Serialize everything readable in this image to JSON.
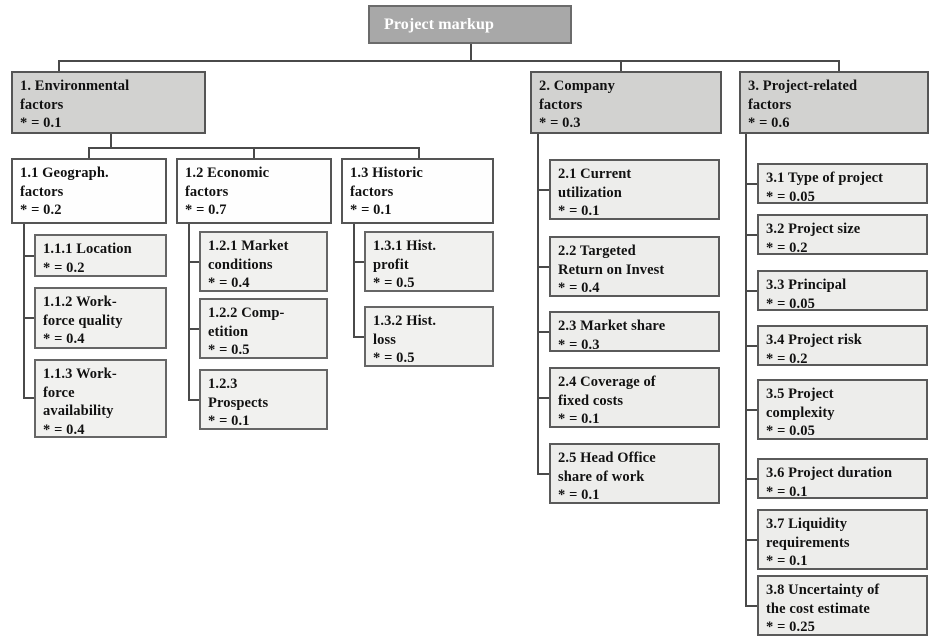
{
  "diagram": {
    "title": "Project markup",
    "weight_symbol": "*",
    "root": {
      "label": "Project markup"
    },
    "branches": [
      {
        "id": "1",
        "label": "1. Environmental\nfactors\n* = 0.1",
        "name": "1. Environmental factors",
        "weight": "* = 0.1",
        "groups": [
          {
            "id": "1.1",
            "label": "1.1 Geograph.\nfactors\n* = 0.2",
            "name": "1.1 Geograph. factors",
            "weight": "* = 0.2",
            "children": [
              {
                "id": "1.1.1",
                "label": "1.1.1 Location\n* = 0.2",
                "name": "1.1.1 Location",
                "weight": "* = 0.2"
              },
              {
                "id": "1.1.2",
                "label": "1.1.2 Work-\nforce quality\n* = 0.4",
                "name": "1.1.2 Work-force quality",
                "weight": "* = 0.4"
              },
              {
                "id": "1.1.3",
                "label": "1.1.3 Work-\nforce\navailability\n* = 0.4",
                "name": "1.1.3 Work-force availability",
                "weight": "* = 0.4"
              }
            ]
          },
          {
            "id": "1.2",
            "label": "1.2 Economic\nfactors\n* = 0.7",
            "name": "1.2 Economic factors",
            "weight": "* = 0.7",
            "children": [
              {
                "id": "1.2.1",
                "label": "1.2.1 Market\nconditions\n* = 0.4",
                "name": "1.2.1 Market conditions",
                "weight": "* = 0.4"
              },
              {
                "id": "1.2.2",
                "label": "1.2.2 Comp-\netition\n* = 0.5",
                "name": "1.2.2 Competition",
                "weight": "* = 0.5"
              },
              {
                "id": "1.2.3",
                "label": "1.2.3\nProspects\n* = 0.1",
                "name": "1.2.3 Prospects",
                "weight": "* = 0.1"
              }
            ]
          },
          {
            "id": "1.3",
            "label": "1.3 Historic\nfactors\n* = 0.1",
            "name": "1.3 Historic factors",
            "weight": "* = 0.1",
            "children": [
              {
                "id": "1.3.1",
                "label": "1.3.1 Hist.\nprofit\n* = 0.5",
                "name": "1.3.1 Hist. profit",
                "weight": "* = 0.5"
              },
              {
                "id": "1.3.2",
                "label": "1.3.2 Hist.\nloss\n* = 0.5",
                "name": "1.3.2 Hist. loss",
                "weight": "* = 0.5"
              }
            ]
          }
        ]
      },
      {
        "id": "2",
        "label": "2. Company\nfactors\n* = 0.3",
        "name": "2. Company factors",
        "weight": "* = 0.3",
        "children": [
          {
            "id": "2.1",
            "label": "2.1 Current\nutilization\n* = 0.1",
            "name": "2.1 Current utilization",
            "weight": "* = 0.1"
          },
          {
            "id": "2.2",
            "label": "2.2 Targeted\nReturn on Invest\n* = 0.4",
            "name": "2.2 Targeted Return on Invest",
            "weight": "* = 0.4"
          },
          {
            "id": "2.3",
            "label": "2.3 Market share\n* = 0.3",
            "name": "2.3 Market share",
            "weight": "* = 0.3"
          },
          {
            "id": "2.4",
            "label": "2.4 Coverage of\nfixed costs\n* = 0.1",
            "name": "2.4 Coverage of fixed costs",
            "weight": "* = 0.1"
          },
          {
            "id": "2.5",
            "label": "2.5 Head Office\nshare of work\n* = 0.1",
            "name": "2.5 Head Office share of work",
            "weight": "* = 0.1"
          }
        ]
      },
      {
        "id": "3",
        "label": "3. Project-related\nfactors\n* = 0.6",
        "name": "3. Project-related factors",
        "weight": "* = 0.6",
        "children": [
          {
            "id": "3.1",
            "label": "3.1 Type of project\n* = 0.05",
            "name": "3.1 Type of project",
            "weight": "* = 0.05"
          },
          {
            "id": "3.2",
            "label": "3.2 Project size\n* = 0.2",
            "name": "3.2 Project size",
            "weight": "* = 0.2"
          },
          {
            "id": "3.3",
            "label": "3.3 Principal\n* = 0.05",
            "name": "3.3 Principal",
            "weight": "* = 0.05"
          },
          {
            "id": "3.4",
            "label": "3.4 Project risk\n* = 0.2",
            "name": "3.4 Project risk",
            "weight": "* = 0.2"
          },
          {
            "id": "3.5",
            "label": "3.5 Project\ncomplexity\n* = 0.05",
            "name": "3.5 Project complexity",
            "weight": "* = 0.05"
          },
          {
            "id": "3.6",
            "label": "3.6 Project duration\n* = 0.1",
            "name": "3.6 Project duration",
            "weight": "* = 0.1"
          },
          {
            "id": "3.7",
            "label": "3.7 Liquidity\nrequirements\n* = 0.1",
            "name": "3.7 Liquidity requirements",
            "weight": "* = 0.1"
          },
          {
            "id": "3.8",
            "label": "3.8 Uncertainty of\nthe cost estimate\n* = 0.25",
            "name": "3.8 Uncertainty of the cost estimate",
            "weight": "* = 0.25"
          }
        ]
      }
    ],
    "colors": {
      "root_fill": "#a8a8a8",
      "root_text": "#ffffff",
      "level1_fill": "#d2d2d0",
      "level2_fill": "#fefefe",
      "leaf_fill": "#f1f1ef",
      "border": "#555555",
      "connector": "#4a4a4a",
      "background": "#ffffff"
    }
  }
}
